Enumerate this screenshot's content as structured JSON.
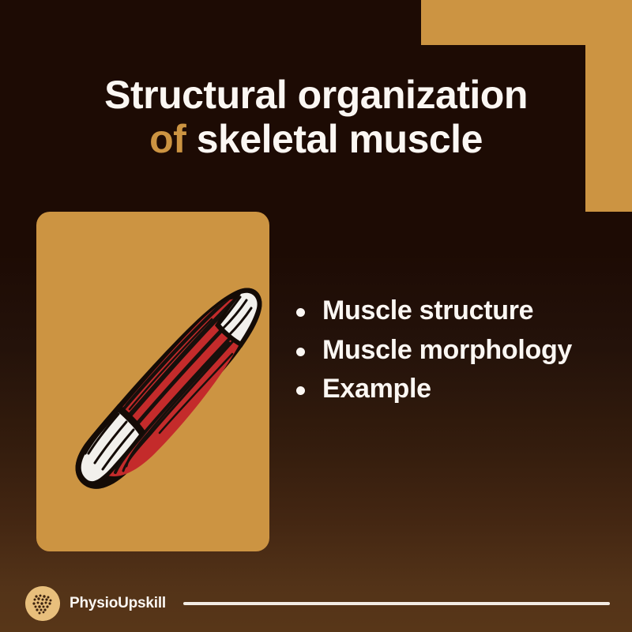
{
  "theme": {
    "background_dark": "#1d0b04",
    "background_bottom": "#583618",
    "accent_tan": "#cc9442",
    "text_light": "#fbf7f3",
    "muscle_red": "#c42b2b",
    "tendon_white": "#f2f0ec",
    "outline_dark": "#140b06"
  },
  "title": {
    "line1": "Structural organization",
    "line2_accent": "of",
    "line2_rest": " skeletal muscle"
  },
  "illustration": {
    "alt": "Fusiform skeletal muscle with red belly and white tendons at both ends",
    "icon": "muscle-illustration"
  },
  "bullets": [
    {
      "label": "Muscle structure"
    },
    {
      "label": "Muscle morphology"
    },
    {
      "label": "Example"
    }
  ],
  "footer": {
    "brand": "PhysioUpskill",
    "logo_icon": "muscle-cross-section-logo"
  }
}
